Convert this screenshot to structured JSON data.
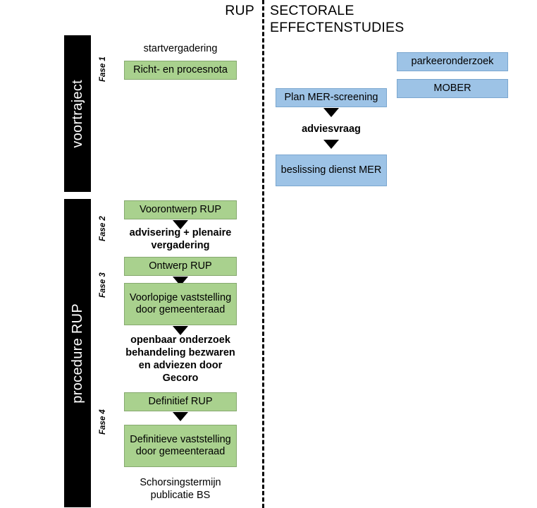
{
  "header": {
    "title_left": "RUP",
    "title_right": "SECTORALE EFFECTENSTUDIES"
  },
  "colors": {
    "green_box": "#a9d18e",
    "blue_box": "#9dc3e6",
    "phase_bar": "#000000",
    "divider": "#000000"
  },
  "phase_bars": [
    {
      "label": "voortraject"
    },
    {
      "label": "procedure RUP"
    }
  ],
  "phase_labels": [
    {
      "label": "Fase 1"
    },
    {
      "label": "Fase 2"
    },
    {
      "label": "Fase 3"
    },
    {
      "label": "Fase 4"
    }
  ],
  "rup_column": {
    "items": [
      {
        "type": "text",
        "label": "startvergadering"
      },
      {
        "type": "green",
        "label": "Richt- en procesnota"
      },
      {
        "type": "green",
        "label": "Voorontwerp  RUP"
      },
      {
        "type": "bold",
        "label": "advisering + plenaire vergadering"
      },
      {
        "type": "green",
        "label": "Ontwerp  RUP"
      },
      {
        "type": "green",
        "label": "Voorlopige vaststelling door gemeenteraad"
      },
      {
        "type": "bold",
        "label": "openbaar onderzoek behandeling bezwaren en adviezen door Gecoro"
      },
      {
        "type": "green",
        "label": "Definitief RUP"
      },
      {
        "type": "green",
        "label": "Definitieve vaststelling door gemeenteraad"
      },
      {
        "type": "text",
        "label": "Schorsingstermijn publicatie BS"
      }
    ]
  },
  "sector_column": {
    "items": [
      {
        "type": "blue",
        "label": "parkeeronderzoek"
      },
      {
        "type": "blue",
        "label": "MOBER"
      },
      {
        "type": "blue",
        "label": "Plan MER-screening"
      },
      {
        "type": "bold",
        "label": "adviesvraag"
      },
      {
        "type": "blue",
        "label": "beslissing dienst MER"
      }
    ]
  },
  "arrows": [
    {
      "name": "arrow-plan-mer-to-adviesvraag"
    },
    {
      "name": "arrow-adviesvraag-to-beslissing"
    },
    {
      "name": "arrow-voorontwerp-to-advisering"
    },
    {
      "name": "arrow-ontwerp-to-voorlopige"
    },
    {
      "name": "arrow-voorlopige-to-openbaar"
    },
    {
      "name": "arrow-definitief-to-definitieve"
    }
  ]
}
